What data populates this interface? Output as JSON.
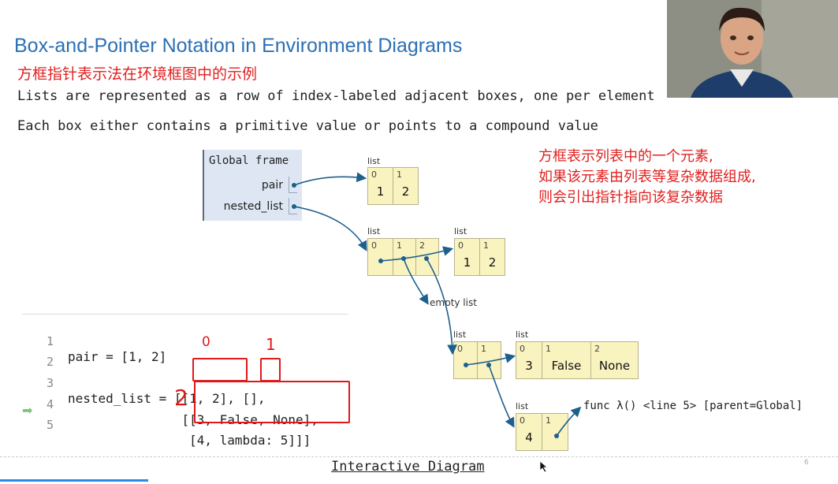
{
  "slide": {
    "title": "Box-and-Pointer Notation in Environment Diagrams",
    "subtitle_cn": "方框指针表示法在环境框图中的示例",
    "bullets": [
      "Lists are represented as a row of index-labeled adjacent boxes, one per element",
      "Each box either contains a primitive value or points to a compound value"
    ],
    "note_cn": [
      "方框表示列表中的一个元素,",
      "如果该元素由列表等复杂数据组成,",
      "则会引出指针指向该复杂数据"
    ],
    "page_number": "6"
  },
  "frame": {
    "header": "Global frame",
    "vars": [
      "pair",
      "nested_list"
    ]
  },
  "lists": {
    "label": "list",
    "pair": {
      "idx": [
        "0",
        "1"
      ],
      "vals": [
        "1",
        "2"
      ]
    },
    "outer": {
      "idx": [
        "0",
        "1",
        "2"
      ]
    },
    "inner12": {
      "idx": [
        "0",
        "1"
      ],
      "vals": [
        "1",
        "2"
      ]
    },
    "second": {
      "idx": [
        "0",
        "1"
      ]
    },
    "three": {
      "idx": [
        "0",
        "1",
        "2"
      ],
      "vals": [
        "3",
        "False",
        "None"
      ]
    },
    "last": {
      "idx": [
        "0",
        "1"
      ],
      "vals": [
        "4"
      ]
    }
  },
  "empty_list_label": "empty list",
  "func_label": "func λ() <line 5> [parent=Global]",
  "code": {
    "lines": [
      {
        "num": "1",
        "text": "pair = [1, 2]"
      },
      {
        "num": "2",
        "text": ""
      },
      {
        "num": "3",
        "text": "nested_list = [[1, 2], [],"
      },
      {
        "num": "4",
        "text": "               [[3, False, None],"
      },
      {
        "num": "5",
        "text": "                [4, lambda: 5]]]"
      }
    ],
    "current_line_arrow": "➡"
  },
  "annotations": [
    "0",
    "1",
    "2"
  ],
  "footer_link": "Interactive Diagram",
  "colors": {
    "title": "#2c6fb3",
    "annotation": "#e01818",
    "cell": "#f9f3c0",
    "frame": "#dde6f2",
    "pointer": "#1f5f8b"
  }
}
